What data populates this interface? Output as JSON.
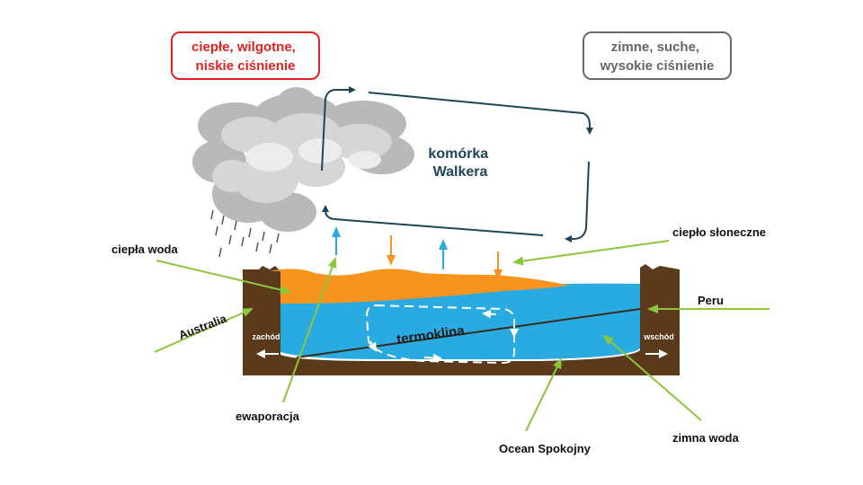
{
  "boxes": {
    "warm": {
      "line1": "ciepłe, wilgotne,",
      "line2": "niskie ciśnienie"
    },
    "cold": {
      "line1": "zimne, suche,",
      "line2": "wysokie ciśnienie"
    }
  },
  "walker": {
    "line1": "komórka",
    "line2": "Walkera"
  },
  "labels": {
    "warm_water": "ciepła woda",
    "australia": "Australia",
    "evaporation": "ewaporacja",
    "pacific": "Ocean Spokojny",
    "cold_water": "zimna woda",
    "peru": "Peru",
    "solar_heat": "ciepło słoneczne",
    "thermocline": "termoklina",
    "west": "zachód",
    "east": "wschód"
  },
  "colors": {
    "warm_red": "#e02222",
    "grey_text": "#666666",
    "walker_blue": "#1e4459",
    "pointer_green": "#8cc63f",
    "warm_water": "#f7941d",
    "cold_water": "#29abe2",
    "ground": "#5a3a1a"
  }
}
